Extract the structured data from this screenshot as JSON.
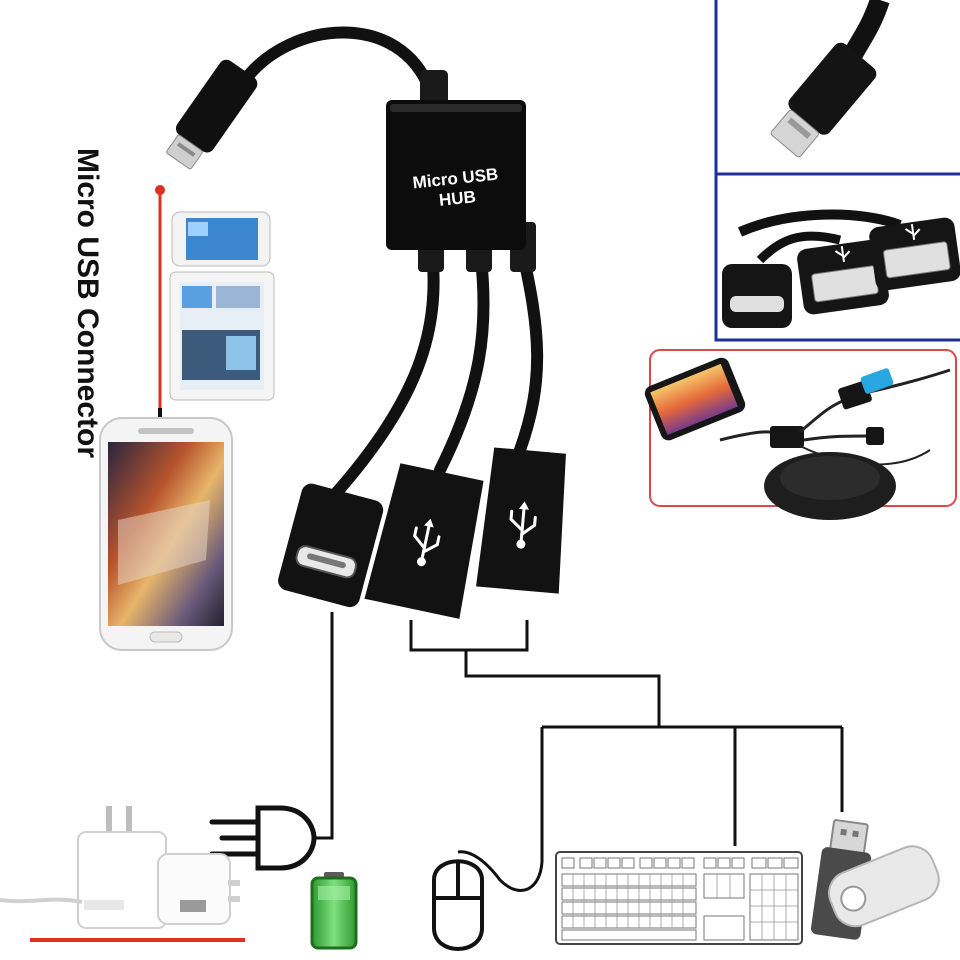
{
  "hub": {
    "label_line1": "Micro USB",
    "label_line2": "HUB"
  },
  "connector": {
    "label": "Micro USB Connector"
  },
  "colors": {
    "cable": "#111111",
    "accent_red": "#e0301e",
    "inset_border_blue": "#1f2f9a",
    "inset_border_red": "#d94a4a",
    "battery_green": "#3ab33a"
  },
  "icons": [
    "usb-symbol-icon",
    "micro-usb-port-icon",
    "plug-icon",
    "battery-icon",
    "mouse-icon",
    "keyboard-icon",
    "flash-drive-icon",
    "wall-charger-icon",
    "phone-icon",
    "tablet-icon"
  ]
}
